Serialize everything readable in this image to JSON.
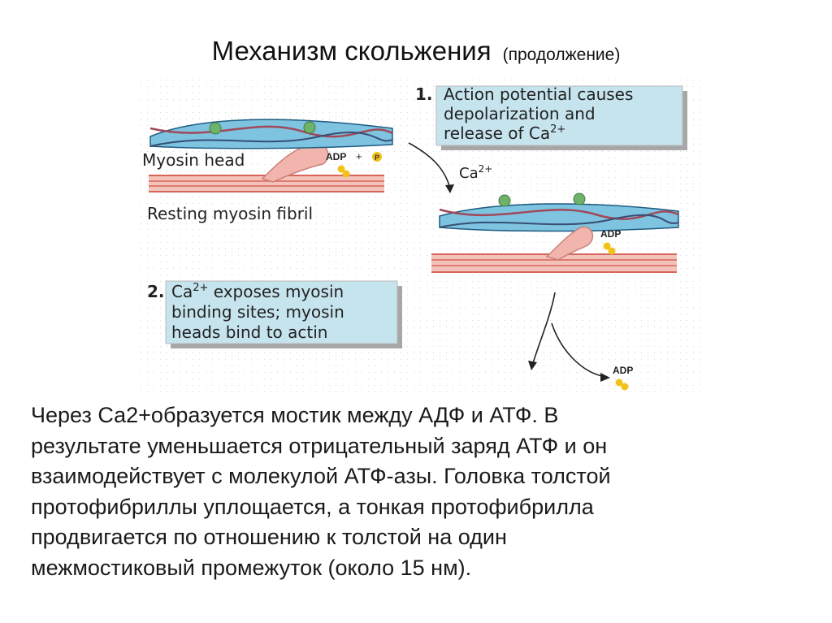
{
  "slide": {
    "title": "Механизм скольжения",
    "title_suffix": "(продолжение)"
  },
  "figure": {
    "step1_number": "1.",
    "step1_lines": [
      "Action potential causes",
      "depolarization and",
      "release of Ca"
    ],
    "step1_sup": "2+",
    "step2_number": "2.",
    "step2_line1_pre": "Ca",
    "step2_line1_sup": "2+",
    "step2_line1_post": " exposes myosin",
    "step2_lines": [
      "binding sites; myosin",
      "heads bind to actin"
    ],
    "myosin_head_label": "Myosin head",
    "resting_label": "Resting myosin fibril",
    "adp_label": "ADP",
    "plus_label": "+",
    "p_label": "P",
    "ca_label": "Ca",
    "ca_sup": "2+"
  },
  "caption_lines": [
    "Через Са2+образуется мостик между АДФ и АТФ. В",
    "результате уменьшается отрицательный заряд АТФ и он",
    "взаимодействует с молекулой АТФ-азы. Головка толстой",
    "протофибриллы уплощается, а тонкая протофибрилла",
    "продвигается по отношению к толстой на один",
    "межмостиковый промежуток (около 15 нм)."
  ],
  "colors": {
    "box_fill": "#c6e4ee",
    "box_shadow": "#a7a7a7",
    "actin_bead": "#7ec3df",
    "myosin_head": "#f2b5ae",
    "fibril": "#f3c2b8",
    "fibril_line": "#d8655c",
    "adp": "#f2c21a",
    "troponin": "#6fb36a"
  }
}
